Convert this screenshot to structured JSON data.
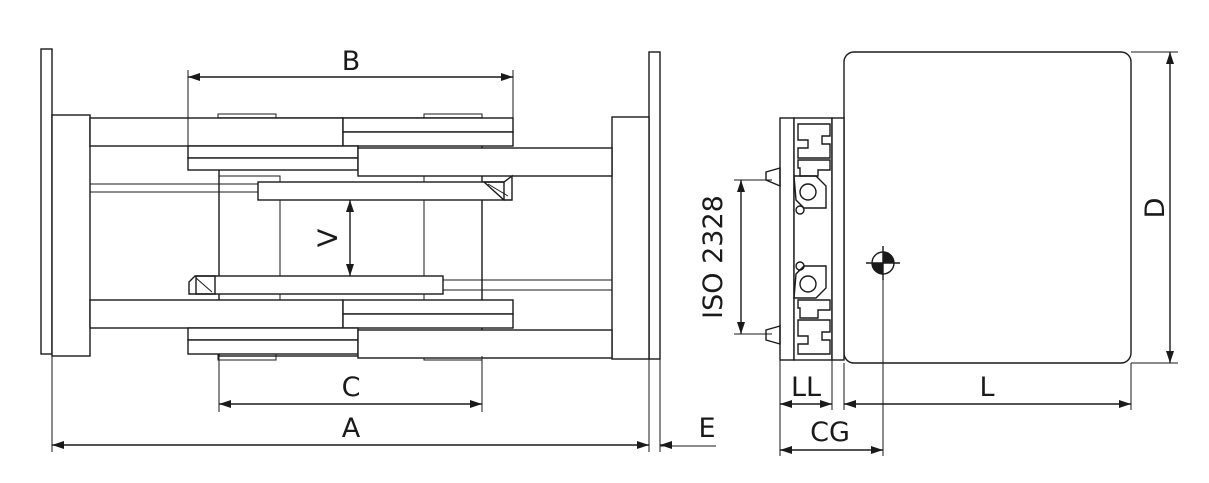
{
  "dimensions": {
    "A": "A",
    "B": "B",
    "C": "C",
    "V": "V",
    "E": "E",
    "D": "D",
    "L": "L",
    "LL": "LL",
    "CG": "CG",
    "iso": "ISO 2328"
  },
  "colors": {
    "stroke": "#1a1a1a",
    "background": "#ffffff"
  }
}
